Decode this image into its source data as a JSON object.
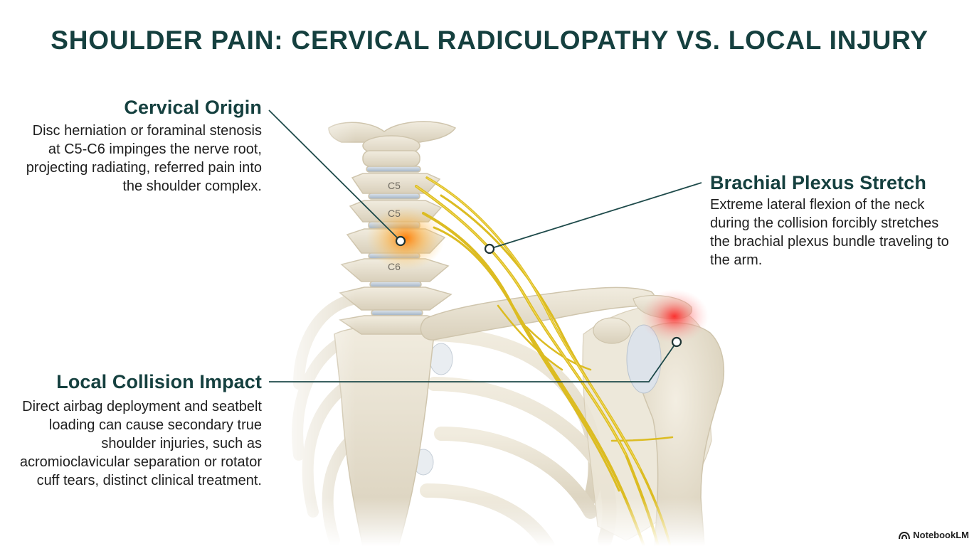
{
  "title": "SHOULDER PAIN: CERVICAL RADICULOPATHY VS. LOCAL INJURY",
  "callouts": {
    "cervical": {
      "heading": "Cervical Origin",
      "body": "Disc herniation or foraminal stenosis at C5-C6 impinges the nerve root, projecting radiating, referred pain into the shoulder complex."
    },
    "plexus": {
      "heading": "Brachial Plexus Stretch",
      "body": "Extreme lateral flexion of the neck during the collision forcibly stretches the brachial plexus bundle traveling to the arm."
    },
    "local": {
      "heading": "Local Collision Impact",
      "body": "Direct airbag deployment and seatbelt loading can cause secondary true shoulder injuries, such as acromioclavicular separation or rotator cuff tears, distinct clinical treatment."
    }
  },
  "vertebra_labels": [
    "C5",
    "C5",
    "C6"
  ],
  "brand": "NotebookLM",
  "colors": {
    "heading": "#15403f",
    "bone": "#e7e0cf",
    "nerve": "#e2c32a",
    "inflammation_cervical": "#ff8a00",
    "inflammation_shoulder": "#ff2a2a",
    "leader_line": "#1e4a4a"
  }
}
